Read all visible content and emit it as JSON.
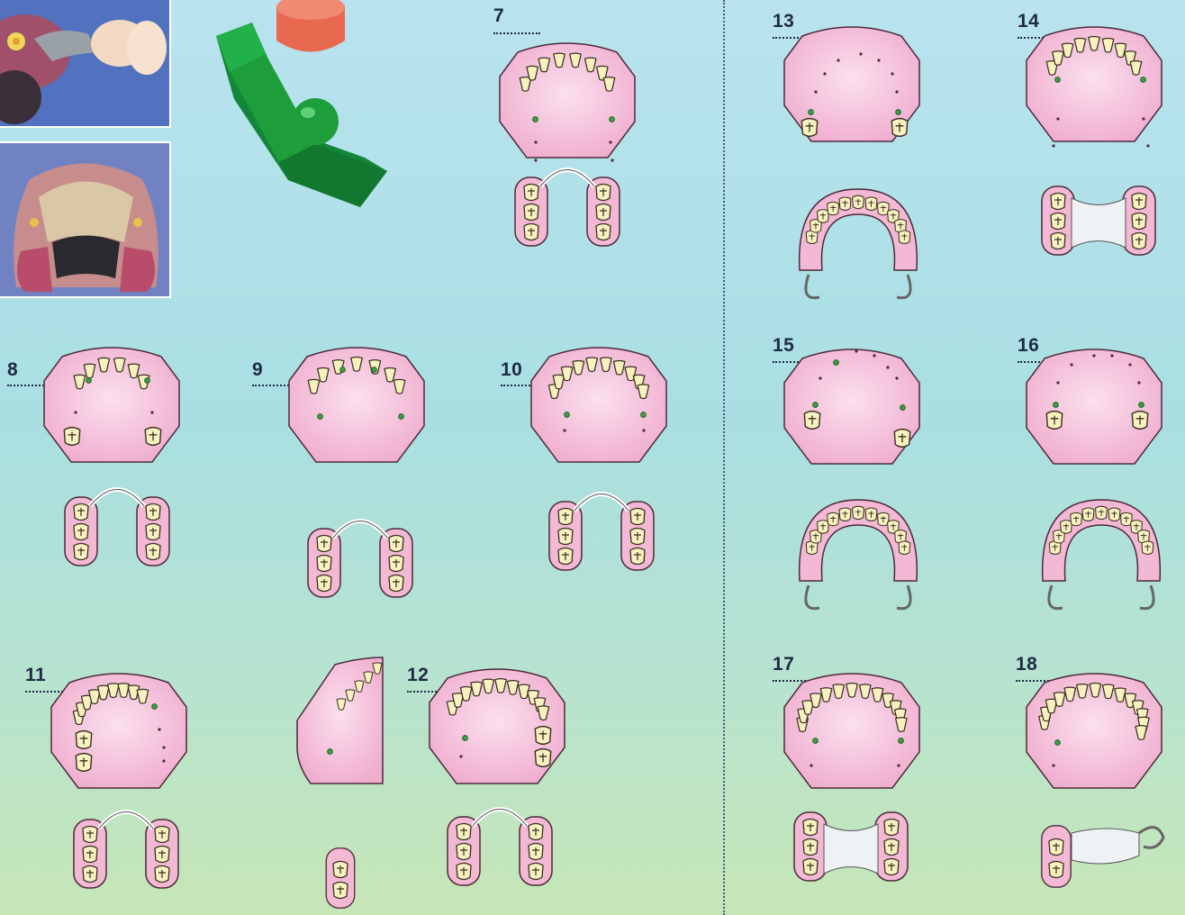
{
  "figure_labels": [
    "7",
    "8",
    "9",
    "10",
    "11",
    "12",
    "13",
    "14",
    "15",
    "16",
    "17",
    "18"
  ],
  "colors": {
    "background_top": "#b9e3ef",
    "background_bottom": "#c6e6b6",
    "palate_pink": "#f2b8d4",
    "tooth_cream": "#f7f1c0",
    "clasp_green": "#3aa142",
    "metal": "#e9eef2",
    "divider": "#4a5a78",
    "model_green": "#1e9e3b",
    "model_orange": "#e8694f"
  },
  "icons": [
    "partial-denture-photo",
    "cast-denture-photo",
    "surveyor-model-icon"
  ]
}
